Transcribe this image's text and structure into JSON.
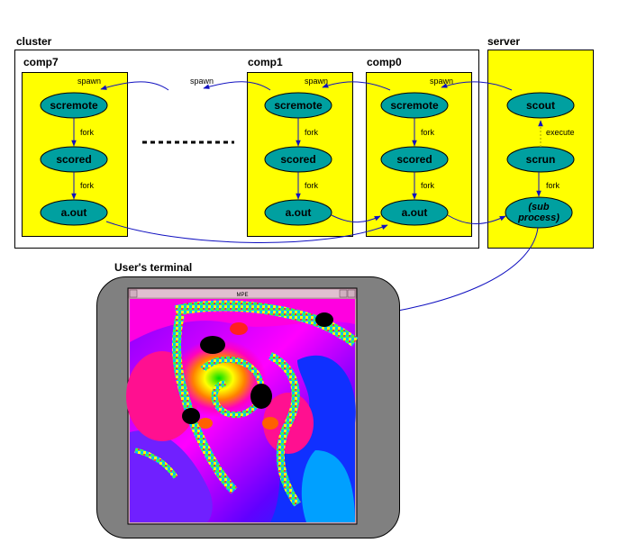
{
  "sections": {
    "cluster": "cluster",
    "server": "server",
    "terminal": "User's terminal"
  },
  "nodes": {
    "comp7": "comp7",
    "comp1": "comp1",
    "comp0": "comp0",
    "scremote": "scremote",
    "scored": "scored",
    "aout": "a.out",
    "scout": "scout",
    "scrun": "scrun",
    "subprocess_line1": "(sub",
    "subprocess_line2": "process)"
  },
  "edges": {
    "spawn": "spawn",
    "fork": "fork",
    "execute": "execute"
  },
  "window": {
    "title": "MPE"
  },
  "colors": {
    "node_fill": "#00a0a0",
    "panel_fill": "#ffff00",
    "arrow": "#1010c0",
    "terminal_frame": "#808080"
  }
}
